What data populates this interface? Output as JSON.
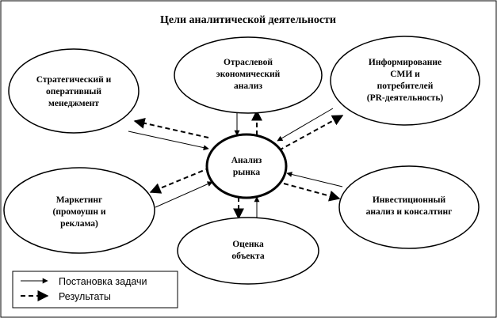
{
  "title": "Цели аналитической деятельности",
  "center": {
    "lines": [
      "Анализ",
      "рынка"
    ]
  },
  "nodes": {
    "strategic": {
      "lines": [
        "Стратегический и",
        "оперативный",
        "менеджмент"
      ]
    },
    "industry": {
      "lines": [
        "Отраслевой",
        "экономический",
        "анализ"
      ]
    },
    "informing": {
      "lines": [
        "Информирование",
        "СМИ и",
        "потребителей",
        "(PR-деятельность)"
      ]
    },
    "marketing": {
      "lines": [
        "Маркетинг",
        "(промоушн и",
        "реклама)"
      ]
    },
    "investment": {
      "lines": [
        "Инвестиционный",
        "анализ и консалтинг"
      ]
    },
    "assessment": {
      "lines": [
        "Оценка",
        "объекта"
      ]
    }
  },
  "legend": {
    "task_label": "Постановка задачи",
    "result_label": "Результаты"
  }
}
